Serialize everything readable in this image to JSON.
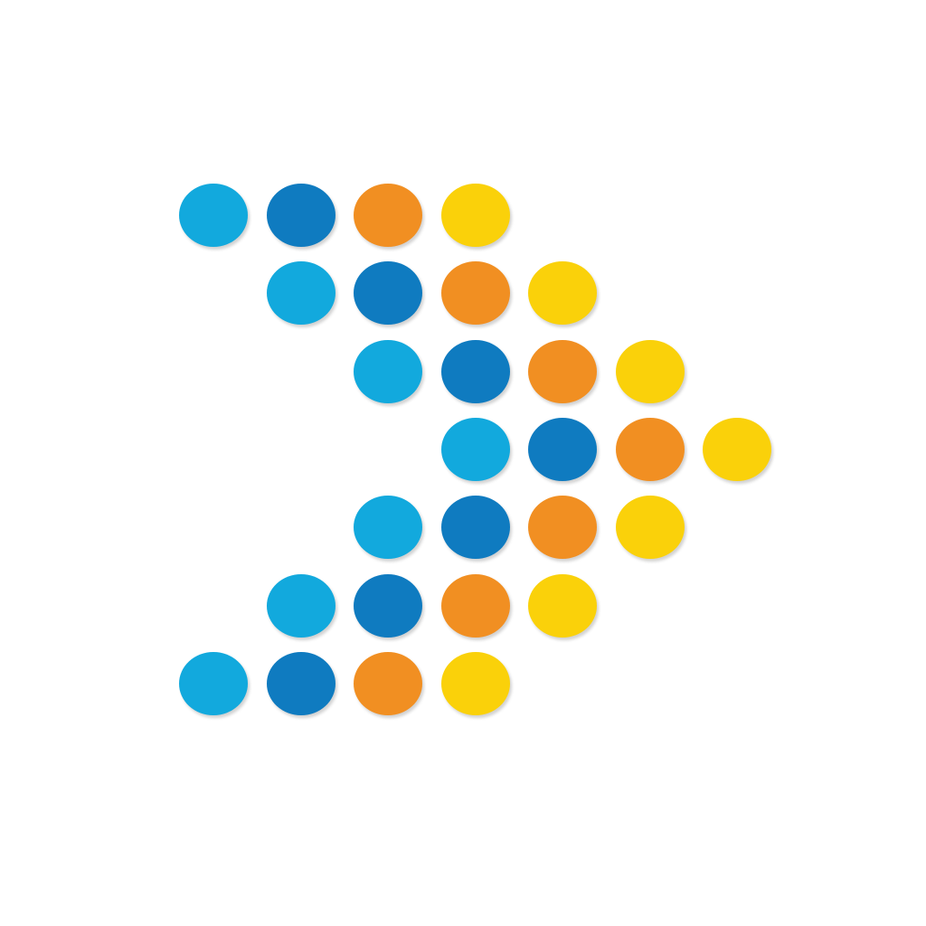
{
  "logo": {
    "rows": [
      [
        "light-blue",
        "dark-blue",
        "orange",
        "yellow"
      ],
      [
        "light-blue",
        "dark-blue",
        "orange",
        "yellow"
      ],
      [
        "light-blue",
        "dark-blue",
        "orange",
        "yellow"
      ],
      [
        "light-blue",
        "dark-blue",
        "orange",
        "yellow"
      ],
      [
        "light-blue",
        "dark-blue",
        "orange",
        "yellow"
      ],
      [
        "light-blue",
        "dark-blue",
        "orange",
        "yellow"
      ],
      [
        "light-blue",
        "dark-blue",
        "orange",
        "yellow"
      ]
    ],
    "colors": {
      "light-blue": "#12a9dd",
      "dark-blue": "#0f7bc0",
      "orange": "#f18f22",
      "yellow": "#fad10a"
    }
  }
}
